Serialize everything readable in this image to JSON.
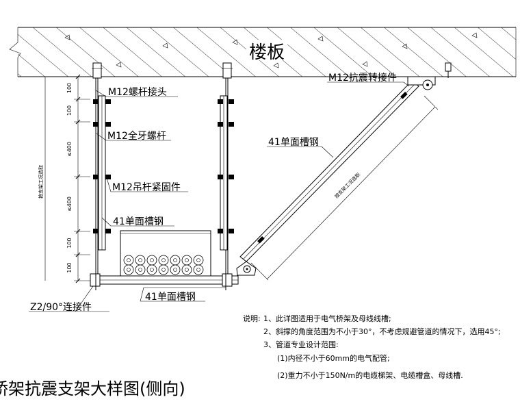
{
  "slab": {
    "label": "楼板"
  },
  "callouts": {
    "brace_connector": "M12抗震转接件",
    "rod_connector": "M12螺杆接头",
    "threaded_rod": "M12全牙螺杆",
    "rod_fastener": "M12吊杆紧固件",
    "channel_vertical": "41单面槽钢",
    "channel_diagonal": "41单面槽钢",
    "channel_bottom": "41单面槽钢",
    "z_connector": "Z2/90°连接件"
  },
  "dimensions": {
    "segments": [
      "100",
      "100",
      "≤400",
      "≤400",
      "100",
      "100"
    ],
    "left_note": "按支架工况选取",
    "diag_note": "按支架工况选取"
  },
  "notes": {
    "heading": "说明:",
    "items": [
      "1、此详图适用于电气桥架及母线线槽;",
      "2、斜撑的角度范围为不小于30°，不考虑规避管道的情况下，选用45°;",
      "3、管道专业设计范围:"
    ],
    "subitems": [
      "(1)内径不小于60mm的电气配管;",
      "(2)重力不小于150N/m的电缆梯架、电缆槽盒、母线槽."
    ]
  },
  "title": "桥架抗震支架大样图(侧向)"
}
